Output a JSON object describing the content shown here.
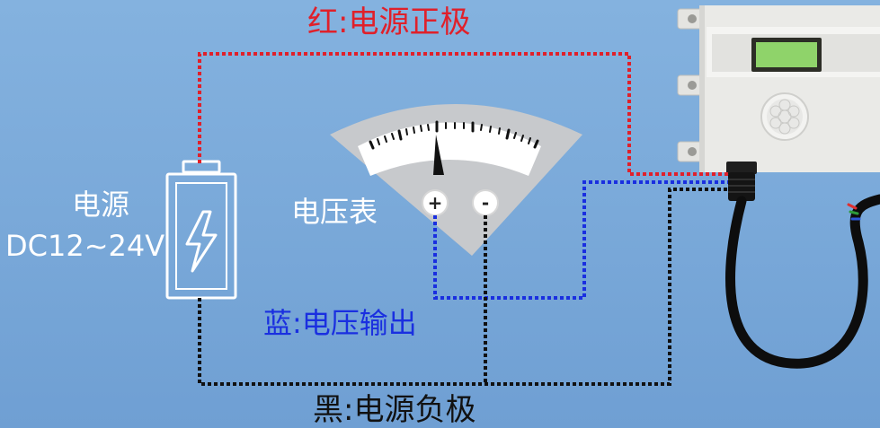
{
  "wires": {
    "red_label": "红:电源正极",
    "blue_label": "蓝:电压输出",
    "black_label": "黑:电源负极"
  },
  "power_supply": {
    "name": "电源",
    "spec": "DC12~24V"
  },
  "voltmeter": {
    "name": "电压表",
    "plus_terminal": "+",
    "minus_terminal": "-"
  },
  "colors": {
    "red_wire": "#e0202a",
    "blue_wire": "#1a2fe0",
    "black_wire": "#111111",
    "background": "#7aa9d9"
  },
  "icons": [
    "battery-icon",
    "lightning-icon",
    "voltmeter-icon",
    "sensor-device-icon"
  ]
}
